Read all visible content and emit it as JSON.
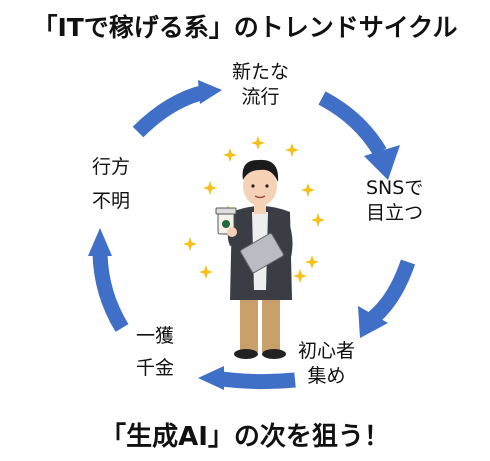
{
  "title": "「ITで稼げる系」のトレンドサイクル",
  "footer": "「生成AI」の次を狙う！",
  "cycle": {
    "stages": [
      {
        "line1": "新たな",
        "line2": "流行"
      },
      {
        "line1": "SNSで",
        "line2": "目立つ"
      },
      {
        "line1": "初心者",
        "line2": "集め"
      },
      {
        "line1": "一獲",
        "line2": "千金"
      },
      {
        "line1": "行方",
        "line2": "不明"
      }
    ]
  },
  "colors": {
    "arrow": "#3f6fc6",
    "sparkle": "#f2c21b",
    "jacket": "#3a3d44",
    "pants": "#c9a06a",
    "shirt": "#eeeeee"
  },
  "illustration": "man-holding-coffee-and-laptop"
}
